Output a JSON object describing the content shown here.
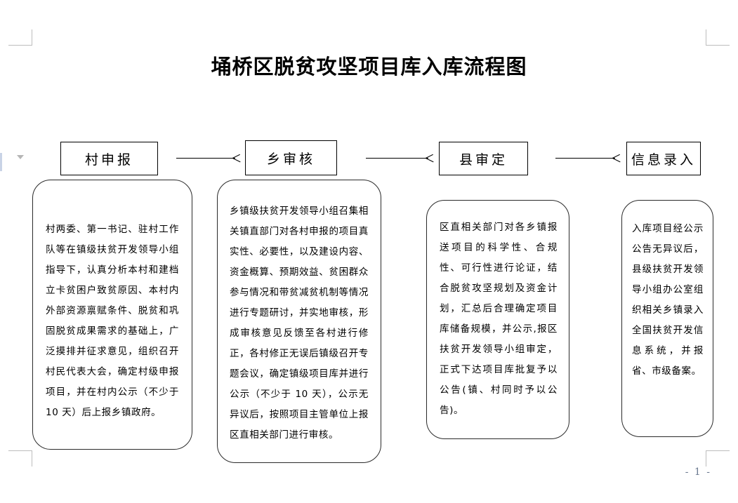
{
  "document": {
    "title": "埇桥区脱贫攻坚项目库入库流程图",
    "page_number": "- 1 -"
  },
  "flow": {
    "stages": [
      {
        "head": "村申报",
        "body": "村两委、第一书记、驻村工作队等在镇级扶贫开发领导小组指导下，认真分析本村和建档立卡贫困户致贫原因、本村内外部资源禀赋条件、脱贫和巩固脱贫成果需求的基础上，广泛摸排并征求意见，组织召开村民代表大会，确定村级申报项目，并在村内公示（不少于 10 天）后上报乡镇政府。"
      },
      {
        "head": "乡审核",
        "body": "乡镇级扶贫开发领导小组召集相关镇直部门对各村申报的项目真实性、必要性，以及建设内容、资金概算、预期效益、贫困群众参与情况和带贫减贫机制等情况进行专题研讨，并实地审核，形成审核意见反馈至各村进行修正，各村修正无误后镇级召开专题会议，确定镇级项目库并进行公示（不少于 10 天），公示无异议后，按照项目主管单位上报区直相关部门进行审核。"
      },
      {
        "head": "县审定",
        "body": "区直相关部门对各乡镇报送项目的科学性、合规性、可行性进行论证，结合脱贫攻坚规划及资金计划，汇总后合理确定项目库储备规模，并公示,报区扶贫开发领导小组审定，正式下达项目库批复予以公告(镇、村同时予以公告)。"
      },
      {
        "head": "信息录入",
        "body": "入库项目经公示公告无异议后，县级扶贫开发领导小组办公室组织相关乡镇录入全国扶贫开发信息系统，并报省、市级备案。"
      }
    ],
    "connectors": [
      {
        "name": "arrow-village-to-township"
      },
      {
        "name": "arrow-township-to-county"
      },
      {
        "name": "arrow-county-to-entry"
      }
    ]
  },
  "colors": {
    "ink": "#000000",
    "box_border": "#2a2a2a",
    "margin_mark": "#bdbdbd",
    "page_number": "#6b7a90"
  }
}
